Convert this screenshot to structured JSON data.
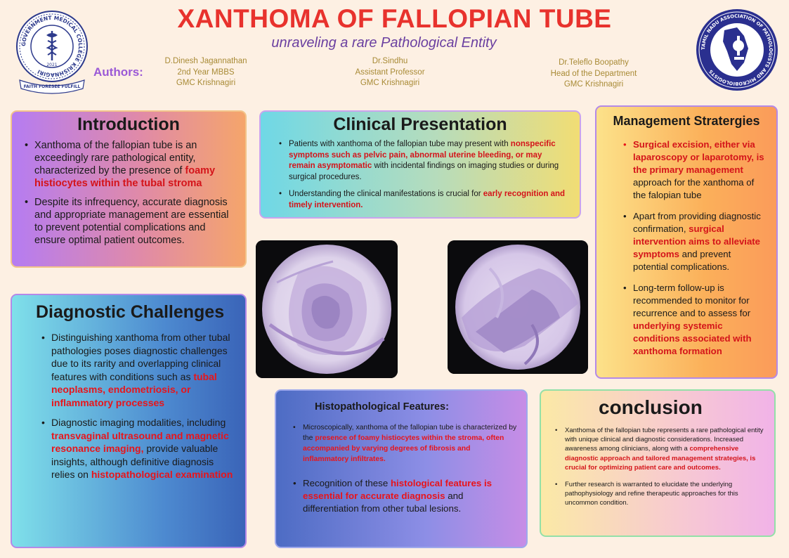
{
  "header": {
    "title": "XANTHOMA OF FALLOPIAN TUBE",
    "subtitle": "unraveling a rare Pathological Entity",
    "authors_label": "Authors:",
    "authors": [
      {
        "name": "D.Dinesh Jagannathan",
        "role": "2nd Year MBBS",
        "inst": "GMC Krishnagiri"
      },
      {
        "name": "Dr.Sindhu",
        "role": "Assistant Professor",
        "inst": "GMC Krishnagiri"
      },
      {
        "name": "Dr.Teleflo Boopathy",
        "role": "Head of the Department",
        "inst": "GMC Krishnagiri"
      }
    ],
    "left_seal": {
      "ring_text": "GOVERNMENT MEDICAL COLLEGE KRISHNAGIRI",
      "year": "2021",
      "motto": "FAITH FORESEE FULFILL"
    },
    "right_seal": {
      "ring_text": "TAMIL NADU ASSOCIATION OF PATHOLOGISTS AND MICROBIOLOGISTS"
    }
  },
  "introduction": {
    "title": "Introduction",
    "b1": {
      "pre": "Xanthoma of the fallopian tube is an exceedingly rare pathological entity, characterized by the presence of ",
      "hl": "foamy histiocytes within the tubal stroma",
      "post": ""
    },
    "b2": {
      "text": "Despite its infrequency, accurate diagnosis and appropriate management are essential to prevent potential complications and ensure optimal patient outcomes."
    }
  },
  "clinical": {
    "title": "Clinical Presentation",
    "b1": {
      "pre": "Patients with xanthoma of the fallopian tube may present with ",
      "hl": "nonspecific symptoms such as pelvic pain, abnormal uterine bleeding, or may remain asymptomatic",
      "post": " with incidental findings on imaging studies or during surgical procedures."
    },
    "b2": {
      "pre": "Understanding the clinical manifestations is crucial for ",
      "hl": "early recognition and timely intervention.",
      "post": ""
    }
  },
  "management": {
    "title": "Management Stratergies",
    "b1": {
      "hl": "Surgical excision, either via laparoscopy or laparotomy, is the primary management",
      "post": " approach for the xanthoma of the falopian tube"
    },
    "b2": {
      "pre": "Apart from providing diagnostic confirmation, ",
      "hl": "surgical intervention aims to alleviate symptoms",
      "post": " and prevent potential complications."
    },
    "b3": {
      "pre": "Long-term follow-up is recommended to monitor for recurrence and to assess for ",
      "hl": "underlying systemic conditions associated with xanthoma formation",
      "post": ""
    }
  },
  "diagnostic": {
    "title": "Diagnostic Challenges",
    "b1": {
      "pre": "Distinguishing xanthoma from other tubal pathologies poses diagnostic challenges due to its rarity and overlapping clinical features with conditions such as ",
      "hl": "tubal neoplasms, endometriosis, or inflammatory processes",
      "post": ""
    },
    "b2": {
      "pre": "Diagnostic imaging modalities, including ",
      "hl": "transvaginal ultrasound and magnetic resonance imaging,",
      "mid": " provide valuable insights, although definitive diagnosis relies on ",
      "hl2": "histopathological examination"
    }
  },
  "histopathology": {
    "title": "Histopathological Features:",
    "b1": {
      "pre": "Microscopically, xanthoma of the fallopian tube is characterized by the ",
      "hl": "presence of foamy histiocytes within the stroma, often accompanied by varying degrees of fibrosis and inflammatory infiltrates.",
      "post": ""
    },
    "b2": {
      "pre": "Recognition of these ",
      "hl": "histological features is essential for accurate diagnosis",
      "post": " and differentiation from other tubal lesions."
    }
  },
  "conclusion": {
    "title": "conclusion",
    "b1": {
      "pre": "Xanthoma of the fallopian tube represents a rare pathological entity with unique clinical and diagnostic considerations. Increased awareness among clinicians, along with a ",
      "hl": "comprehensive diagnostic approach and tailored management strategies, is crucial for optimizing patient care and outcomes.",
      "post": ""
    },
    "b2": {
      "text": "Further research is warranted to elucidate the underlying pathophysiology and refine therapeutic approaches for this uncommon condition."
    }
  },
  "colors": {
    "title": "#e8322d",
    "subtitle": "#6a3fa0",
    "highlight": "#d4141a",
    "stain": "#a98bd0"
  }
}
